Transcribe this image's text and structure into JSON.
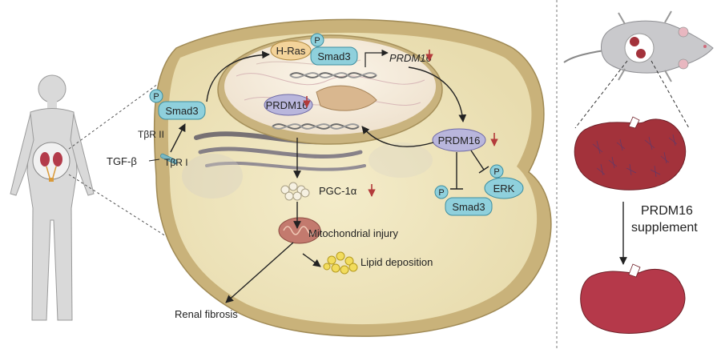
{
  "labels": {
    "h_ras": "H-Ras",
    "p": "P",
    "smad3": "Smad3",
    "prdm16_gene": "PRDM16",
    "prdm16": "PRDM16",
    "tbr2": "TβR II",
    "tbr1": "TβR I",
    "tgf_beta": "TGF-β",
    "pgc1a": "PGC-1α",
    "erk": "ERK",
    "mito_injury": "Mitochondrial injury",
    "lipid_deposition": "Lipid deposition",
    "renal_fibrosis": "Renal fibrosis",
    "supplement_line1": "PRDM16",
    "supplement_line2": "supplement"
  },
  "colors": {
    "cytoplasm": "#efe4bc",
    "cell_wall": "#c9b27a",
    "smad_fill": "#8fd0dc",
    "prdm_fill": "#b9b6dc",
    "hras_fill": "#f3d39a",
    "down_arrow": "#b33b3b",
    "kidney_fibrotic": "#a3323b",
    "kidney_healthy": "#b5394a",
    "human_body": "#d8d8d8",
    "mouse_body": "#c9c9cc"
  }
}
